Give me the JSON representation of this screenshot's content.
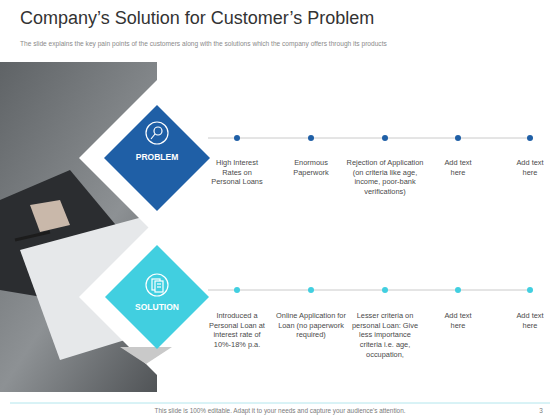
{
  "diagram": {
    "title": "Company’s Solution for Customer’s Problem",
    "nodes": [
      {
        "text": [
          "PROBLEM"
        ]
      },
      {
        "text": [
          "SOLUTION"
        ]
      }
    ],
    "labels": [
      "The slide explains the key pain points of the customers along with the solutions which the company offers through its products",
      "High Interest Rates on Personal Loans",
      "Enormous Paperwork",
      "Rejection of Application (on criteria like age, income, poor-bank verifications)",
      "Add text here",
      "Add text here",
      "Introduced a Personal Loan at interest rate of 10%-18% p.a.",
      "Online Application for Loan (no paperwork required)",
      "Lesser criteria on personal Loan: Give less importance criteria i.e. age, occupation,",
      "Add text here",
      "Add text here",
      "This slide is 100% editable. Adapt it to your needs and capture your audience's attention.",
      "3"
    ]
  }
}
